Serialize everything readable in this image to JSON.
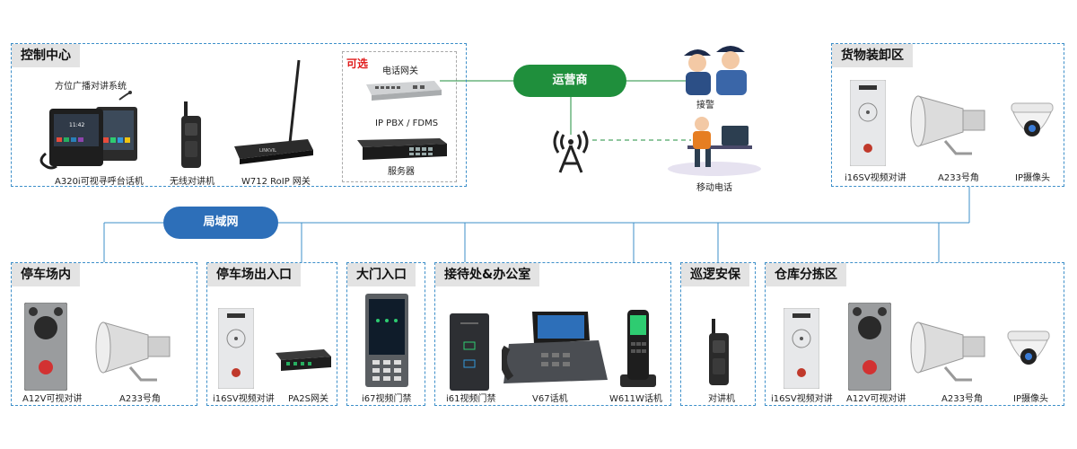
{
  "colors": {
    "box_border": "#3d8fc9",
    "lan_pill": "#2d6fb9",
    "carrier_pill": "#1f8f3c",
    "header_bg": "#e3e3e3",
    "optional_text": "#e01b1b"
  },
  "control_center": {
    "title": "控制中心",
    "broadcast_label": "方位广播对讲系统",
    "a320i_label": "A320i可视寻呼台话机",
    "radio_label": "无线对讲机",
    "w712_label": "W712 RoIP 网关",
    "optional_label": "可选",
    "gateway_label": "电话网关",
    "ippbx_label": "IP PBX / FDMS",
    "server_label": "服务器"
  },
  "carrier": {
    "label": "运营商",
    "police_label": "接警",
    "mobile_label": "移动电话"
  },
  "lan": {
    "label": "局域网"
  },
  "loading_area": {
    "title": "货物装卸区",
    "items": [
      "i16SV视频对讲",
      "A233号角",
      "IP摄像头"
    ]
  },
  "parking_in": {
    "title": "停车场内",
    "items": [
      "A12V可视对讲",
      "A233号角"
    ]
  },
  "parking_gate": {
    "title": "停车场出入口",
    "items": [
      "i16SV视频对讲",
      "PA2S网关"
    ]
  },
  "main_gate": {
    "title": "大门入口",
    "items": [
      "i67视频门禁"
    ]
  },
  "reception": {
    "title": "接待处&办公室",
    "items": [
      "i61视频门禁",
      "V67话机",
      "W611W话机"
    ]
  },
  "patrol": {
    "title": "巡逻安保",
    "items": [
      "对讲机"
    ]
  },
  "warehouse": {
    "title": "仓库分拣区",
    "items": [
      "i16SV视频对讲",
      "A12V可视对讲",
      "A233号角",
      "IP摄像头"
    ]
  }
}
